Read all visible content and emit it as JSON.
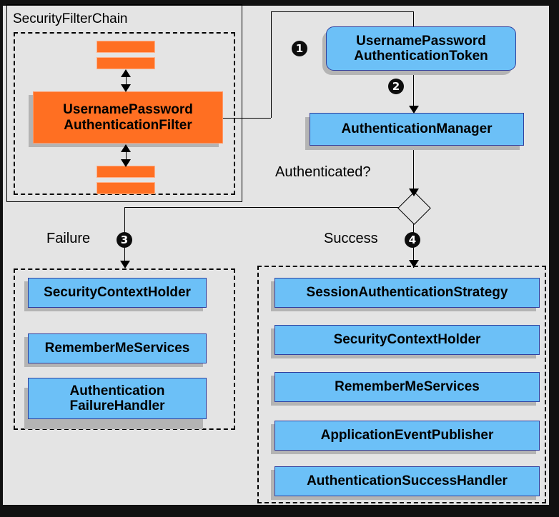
{
  "diagram": {
    "title": "Spring Security UsernamePasswordAuthenticationFilter flow",
    "colors": {
      "canvas_background": "#e4e4e4",
      "page_border": "#111111",
      "blue_node": "#6cc0f7",
      "blue_node_border": "#2f3f9e",
      "orange_node": "#ff6f22",
      "orange_node_border": "#ff9a6a",
      "shadow": "#b4b4b4",
      "line": "#000000",
      "badge_background": "#0d0d0d",
      "badge_text": "#ffffff"
    },
    "filter_chain": {
      "title": "SecurityFilterChain",
      "filter_node": "UsernamePassword\nAuthenticationFilter",
      "filter_node_line1": "UsernamePassword",
      "filter_node_line2": "AuthenticationFilter",
      "bar_count_top": 2,
      "bar_count_bottom": 2
    },
    "token_node": {
      "line1": "UsernamePassword",
      "line2": "AuthenticationToken"
    },
    "manager_node": {
      "label": "AuthenticationManager"
    },
    "decision": {
      "label": "Authenticated?",
      "shape": "diamond"
    },
    "branches": {
      "failure": {
        "label": "Failure",
        "badge": "3",
        "items": [
          {
            "label": "SecurityContextHolder",
            "lines": [
              "SecurityContextHolder"
            ]
          },
          {
            "label": "RememberMeServices",
            "lines": [
              "RememberMeServices"
            ]
          },
          {
            "label": "Authentication FailureHandler",
            "lines": [
              "Authentication",
              "FailureHandler"
            ]
          }
        ]
      },
      "success": {
        "label": "Success",
        "badge": "4",
        "items": [
          {
            "label": "SessionAuthenticationStrategy",
            "lines": [
              "SessionAuthenticationStrategy"
            ]
          },
          {
            "label": "SecurityContextHolder",
            "lines": [
              "SecurityContextHolder"
            ]
          },
          {
            "label": "RememberMeServices",
            "lines": [
              "RememberMeServices"
            ]
          },
          {
            "label": "ApplicationEventPublisher",
            "lines": [
              "ApplicationEventPublisher"
            ]
          },
          {
            "label": "AuthenticationSuccessHandler",
            "lines": [
              "AuthenticationSuccessHandler"
            ]
          }
        ]
      }
    },
    "badges": {
      "step1": "1",
      "step2": "2",
      "step3": "3",
      "step4": "4"
    }
  }
}
